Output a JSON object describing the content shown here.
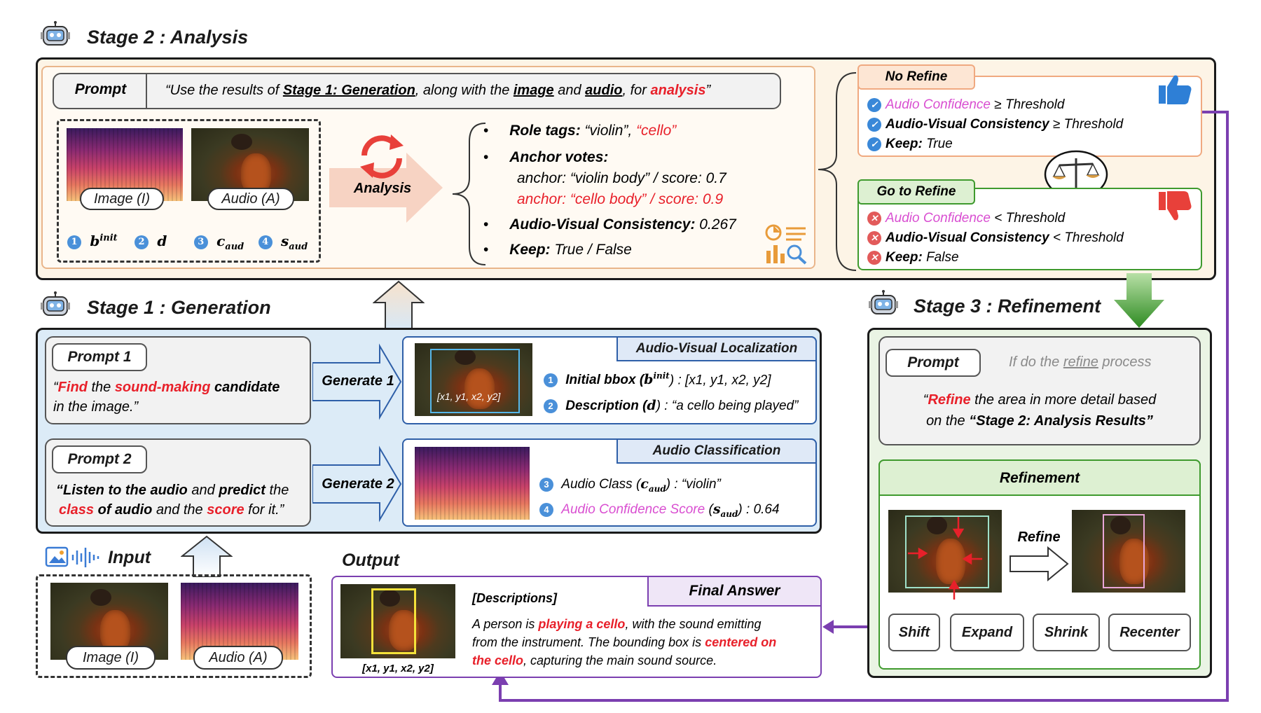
{
  "stage2": {
    "title": "Stage 2 : Analysis",
    "prompt_label": "Prompt",
    "prompt_text": {
      "p1": "“Use the results of ",
      "p2": "Stage 1: Generation",
      "p3": ", along with the ",
      "p4": "image",
      "p5": " and ",
      "p6": "audio",
      "p7": ", for ",
      "p8": "analysis",
      "p9": "”"
    },
    "image_label": "Image (I)",
    "audio_label": "Audio (A)",
    "inputs": [
      {
        "n": "1",
        "sym": "b",
        "sup": "init"
      },
      {
        "n": "2",
        "sym": "d",
        "sup": ""
      },
      {
        "n": "3",
        "sym": "c",
        "sub": "aud"
      },
      {
        "n": "4",
        "sym": "s",
        "sub": "aud"
      }
    ],
    "analysis_label": "Analysis",
    "results": {
      "role_label": "Role tags:",
      "role_a": " “violin”, ",
      "role_b": "“cello”",
      "anchor_label": "Anchor votes:",
      "anchor1": "anchor: “violin body” / score: 0.7",
      "anchor2": "anchor: “cello body” / score: 0.9",
      "avc_label": "Audio-Visual Consistency:",
      "avc_value": " 0.267",
      "keep_label": "Keep:",
      "keep_value": " True / False"
    }
  },
  "no_refine": {
    "title": "No Refine",
    "l1a": "Audio Confidence",
    "l1b": " ≥ Threshold",
    "l2a": "Audio-Visual Consistency",
    "l2b": " ≥ Threshold",
    "l3a": "Keep:",
    "l3b": " True"
  },
  "go_refine": {
    "title": "Go to Refine",
    "l1a": "Audio Confidence",
    "l1b": " <  Threshold",
    "l2a": "Audio-Visual Consistency",
    "l2b": " < Threshold",
    "l3a": "Keep:",
    "l3b": " False"
  },
  "stage1": {
    "title": "Stage 1 : Generation",
    "prompt1_label": "Prompt 1",
    "prompt1": {
      "a": "“",
      "b": "Find",
      "c": " the ",
      "d": "sound-making",
      "e": " candidate",
      "f": "in the image.”"
    },
    "generate1": "Generate 1",
    "loc_header": "Audio-Visual Localization",
    "bbox_overlay": "[x1, y1, x2, y2]",
    "loc1_label": "Initial bbox (",
    "loc1_val": ") : [x1, y1, x2, y2]",
    "loc2_label": "Description (",
    "loc2_val": ") : “a cello being played”",
    "prompt2_label": "Prompt 2",
    "prompt2": {
      "a": "“Listen to the audio",
      "b": " and ",
      "c": "predict",
      "d": " the",
      "e": "class",
      "f": " of audio",
      "g": " and the ",
      "h": "score",
      "i": " for it.”"
    },
    "generate2": "Generate 2",
    "cls_header": "Audio Classification",
    "cls1_label": "Audio Class (",
    "cls1_val": ") : “violin”",
    "cls2_label": "Audio Confidence Score",
    "cls2_val": ") : 0.64"
  },
  "input": {
    "title": "Input",
    "image_label": "Image (I)",
    "audio_label": "Audio (A)"
  },
  "output": {
    "title": "Output",
    "final_header": "Final Answer",
    "bbox_caption": "[x1, y1, x2, y2]",
    "desc_header": "[Descriptions]",
    "d1": "A person is ",
    "d2": "playing a cello",
    "d3": ", with the sound emitting",
    "d4": "from the instrument. The bounding box is ",
    "d5": "centered on",
    "d6": "the cello",
    "d7": ", capturing the main sound source."
  },
  "stage3": {
    "title": "Stage 3 : Refinement",
    "prompt_label": "Prompt",
    "if_text_a": "If do the ",
    "if_text_b": "refine",
    "if_text_c": " process",
    "refine_a": "“",
    "refine_b": "Refine",
    "refine_c": " the area in more detail based",
    "refine_d": "on the ",
    "refine_e": "“Stage 2: Analysis Results”",
    "refinement_header": "Refinement",
    "refine_arrow": "Refine",
    "buttons": [
      "Shift",
      "Expand",
      "Shrink",
      "Recenter"
    ]
  },
  "colors": {
    "red": "#e8202a",
    "pink": "#d94fd1",
    "purple": "#7b3fb0",
    "green": "#3f9a2e",
    "blue": "#2e5fa8"
  }
}
